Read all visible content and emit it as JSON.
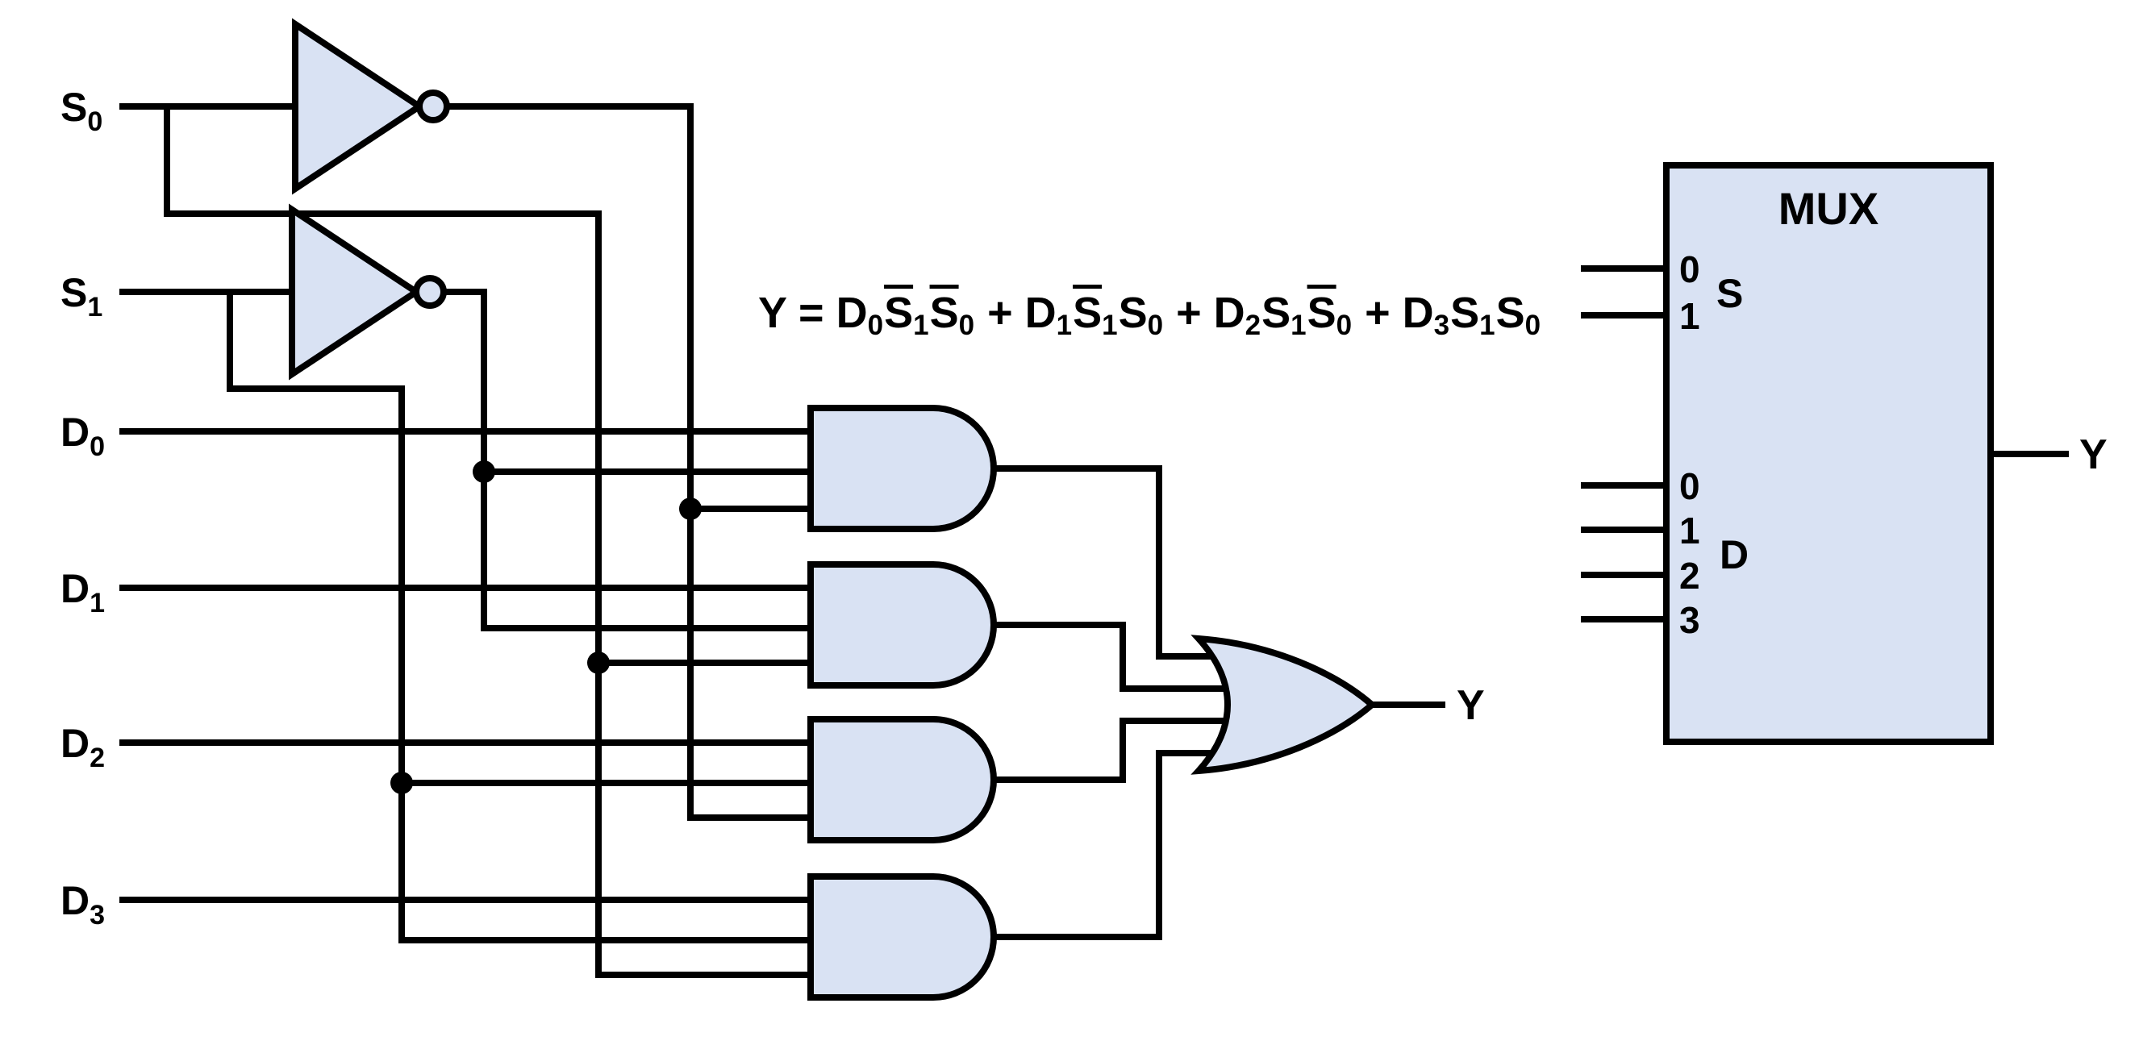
{
  "colors": {
    "gate_fill": "#d9e2f3",
    "line": "#000000",
    "background": "#ffffff"
  },
  "circuit": {
    "inputs": [
      {
        "base": "S",
        "sub": "0"
      },
      {
        "base": "S",
        "sub": "1"
      },
      {
        "base": "D",
        "sub": "0"
      },
      {
        "base": "D",
        "sub": "1"
      },
      {
        "base": "D",
        "sub": "2"
      },
      {
        "base": "D",
        "sub": "3"
      }
    ],
    "output_label": "Y"
  },
  "equation": {
    "parts": [
      {
        "t": "Y = ",
        "k": "p"
      },
      {
        "t": "D",
        "k": "p"
      },
      {
        "t": "0",
        "k": "s"
      },
      {
        "t": "S",
        "k": "o"
      },
      {
        "t": "1",
        "k": "s"
      },
      {
        "t": "S",
        "k": "o"
      },
      {
        "t": "0",
        "k": "s"
      },
      {
        "t": " + ",
        "k": "p"
      },
      {
        "t": "D",
        "k": "p"
      },
      {
        "t": "1",
        "k": "s"
      },
      {
        "t": "S",
        "k": "o"
      },
      {
        "t": "1",
        "k": "s"
      },
      {
        "t": "S",
        "k": "p"
      },
      {
        "t": "0",
        "k": "s"
      },
      {
        "t": " + ",
        "k": "p"
      },
      {
        "t": "D",
        "k": "p"
      },
      {
        "t": "2",
        "k": "s"
      },
      {
        "t": "S",
        "k": "p"
      },
      {
        "t": "1",
        "k": "s"
      },
      {
        "t": "S",
        "k": "o"
      },
      {
        "t": "0",
        "k": "s"
      },
      {
        "t": " + ",
        "k": "p"
      },
      {
        "t": "D",
        "k": "p"
      },
      {
        "t": "3",
        "k": "s"
      },
      {
        "t": "S",
        "k": "p"
      },
      {
        "t": "1",
        "k": "s"
      },
      {
        "t": "S",
        "k": "p"
      },
      {
        "t": "0",
        "k": "s"
      }
    ]
  },
  "mux": {
    "title": "MUX",
    "select_group_label": "S",
    "data_group_label": "D",
    "select_pins": [
      "0",
      "1"
    ],
    "data_pins": [
      "0",
      "1",
      "2",
      "3"
    ],
    "output_label": "Y"
  }
}
